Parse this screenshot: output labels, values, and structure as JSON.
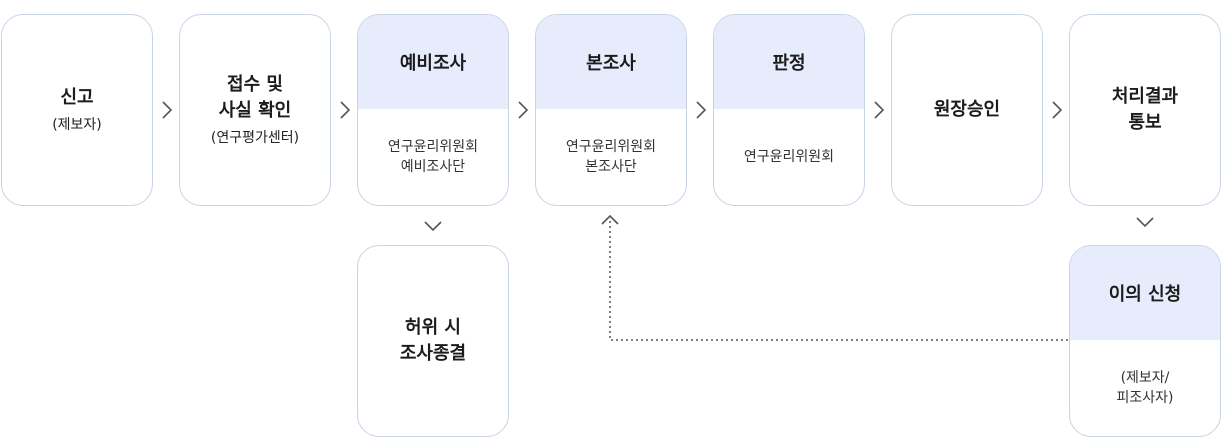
{
  "steps": [
    {
      "title": "신고",
      "sub": "(제보자)"
    },
    {
      "title": "접수 및\n사실 확인",
      "sub": "(연구평가센터)"
    },
    {
      "title": "예비조사",
      "body": "연구윤리위원회\n예비조사단"
    },
    {
      "title": "본조사",
      "body": "연구윤리위원회\n본조사단"
    },
    {
      "title": "판정",
      "body": "연구윤리위원회"
    },
    {
      "title": "원장승인"
    },
    {
      "title": "처리결과\n통보"
    }
  ],
  "branches": {
    "false_report": {
      "title": "허위 시\n조사종결"
    },
    "appeal": {
      "title": "이의 신청",
      "body": "(제보자/\n피조사자)"
    }
  },
  "colors": {
    "border": "#c9d3e6",
    "header": "#e6ecfc",
    "arrow": "#555555"
  }
}
